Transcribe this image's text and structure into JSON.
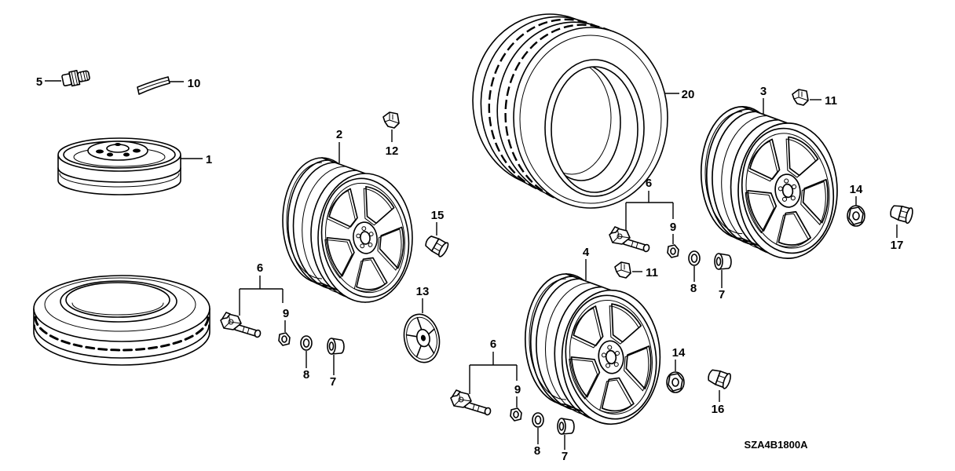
{
  "diagram_code": "SZA4B1800A",
  "callouts": [
    "5",
    "10",
    "1",
    "2",
    "12",
    "15",
    "13",
    "6",
    "9",
    "8",
    "7",
    "20",
    "3",
    "11",
    "14",
    "17",
    "6",
    "9",
    "8",
    "7",
    "11",
    "4",
    "14",
    "16",
    "6",
    "9",
    "8",
    "7"
  ],
  "colors": {
    "line": "#000000",
    "background": "#ffffff"
  }
}
